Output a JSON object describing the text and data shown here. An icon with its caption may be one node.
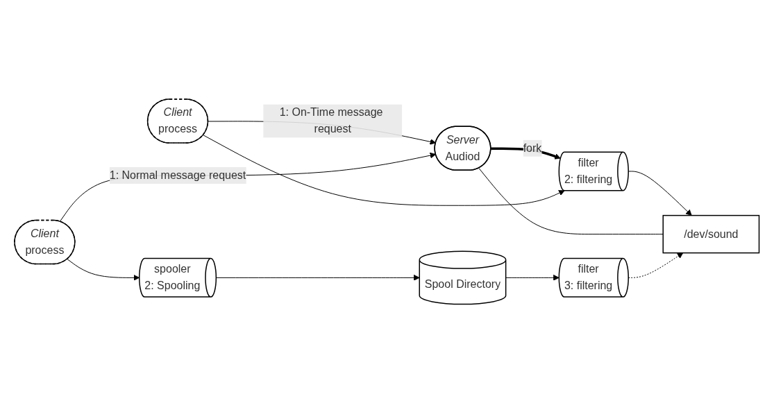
{
  "diagram": {
    "nodes": [
      {
        "text": [
          "Server",
          "Audiod"
        ]
      },
      {
        "text": [
          "Client",
          "process"
        ]
      },
      {
        "text": [
          "filter",
          "2: filtering"
        ]
      },
      {
        "text": [
          "/dev/sound"
        ]
      },
      {
        "text": [
          "Client",
          "process"
        ]
      },
      {
        "text": [
          "spooler",
          "2: Spooling"
        ]
      },
      {
        "text": [
          "filter",
          "3: filtering"
        ]
      },
      {
        "text": [
          "Spool Directory"
        ]
      }
    ],
    "edges": [
      {
        "from": 1,
        "to": 0,
        "arrow": "to",
        "label": "1: On-Time message request"
      },
      {
        "from": 4,
        "to": 0,
        "arrow": "to",
        "label": "1: Normal message request"
      },
      {
        "from": 0,
        "to": 2,
        "arrow": "to",
        "label": "fork",
        "style": "thick"
      },
      {
        "from": 1,
        "to": 2,
        "arrow": "to"
      },
      {
        "from": 2,
        "to": 3,
        "arrow": "to"
      },
      {
        "from": 0,
        "to": 3,
        "arrow": "none"
      },
      {
        "from": 4,
        "to": 5,
        "arrow": "to"
      },
      {
        "from": 5,
        "to": 7,
        "arrow": "to"
      },
      {
        "from": 7,
        "to": 6,
        "arrow": "to"
      },
      {
        "from": 6,
        "to": 3,
        "arrow": "to",
        "style": "dashed"
      }
    ]
  }
}
